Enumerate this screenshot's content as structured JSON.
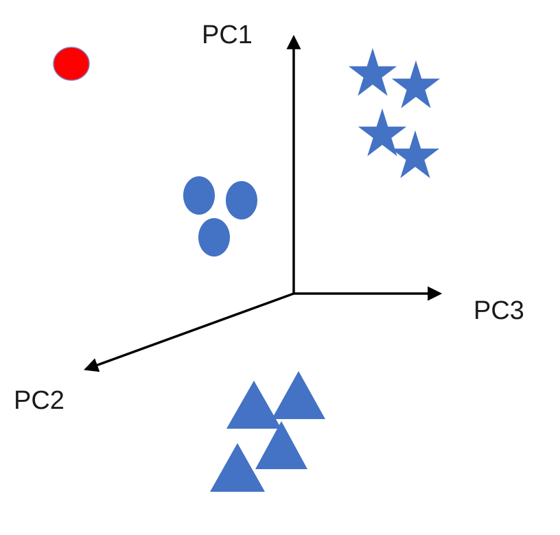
{
  "axes": {
    "pc1_label": "PC1",
    "pc2_label": "PC2",
    "pc3_label": "PC3"
  },
  "colors": {
    "axis": "#000000",
    "cluster": "#4472C4",
    "outlier": "#FF0000",
    "outlier_stroke": "#7F7FBF"
  },
  "groups": [
    {
      "name": "outlier",
      "shape": "circle",
      "count": 1
    },
    {
      "name": "circle-cluster",
      "shape": "ellipse",
      "count": 3
    },
    {
      "name": "star-cluster",
      "shape": "star",
      "count": 4
    },
    {
      "name": "triangle-cluster",
      "shape": "triangle",
      "count": 4
    }
  ]
}
